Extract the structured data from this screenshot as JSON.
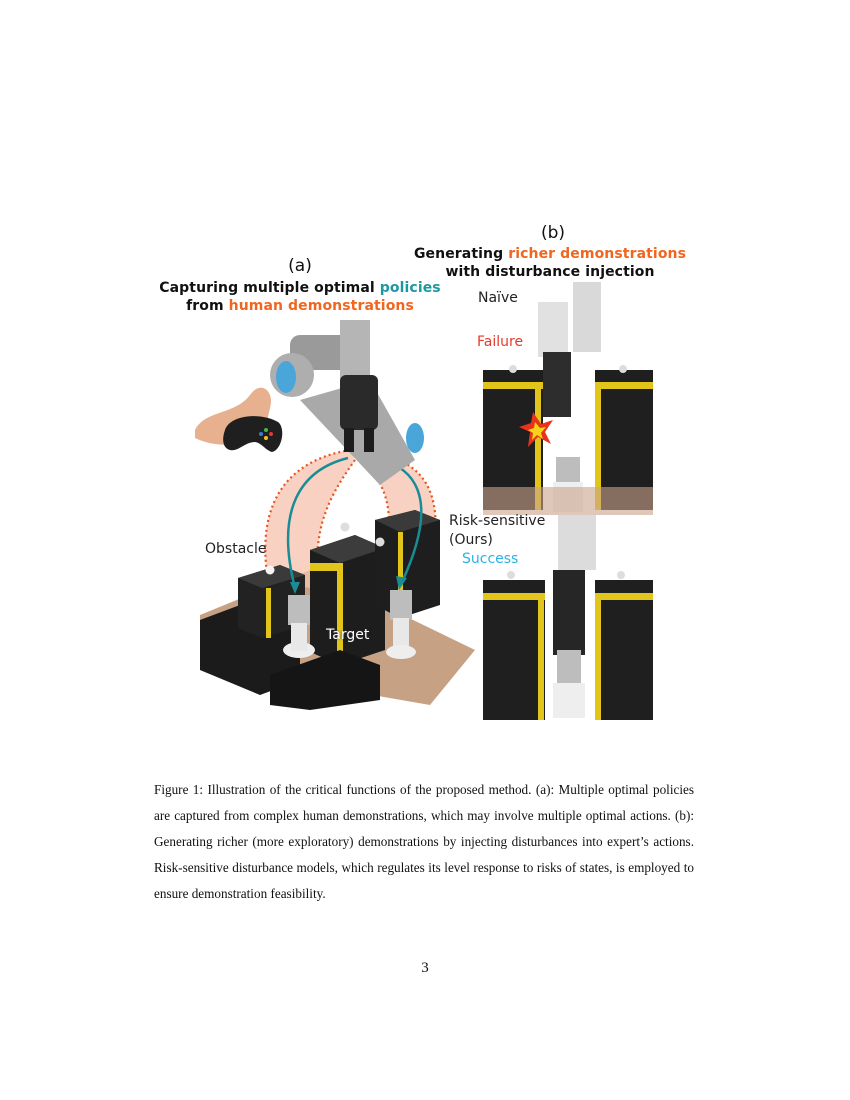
{
  "figure": {
    "panel_a": {
      "letter": "(a)",
      "heading_line1_prefix": "Capturing multiple optimal ",
      "heading_line1_highlight": "policies",
      "heading_line2_prefix": "from ",
      "heading_line2_highlight": "human demonstrations",
      "obstacle_label": "Obstacle",
      "target_label": "Target"
    },
    "panel_b": {
      "letter": "(b)",
      "heading_line1_prefix": "Generating ",
      "heading_line1_highlight": "richer demonstrations",
      "heading_line2": "with disturbance injection",
      "naive_label": "Naïve",
      "failure_label": "Failure",
      "risk_label": "Risk-sensitive",
      "ours_label": "(Ours)",
      "success_label": "Success"
    }
  },
  "caption": "Figure 1:   Illustration of the critical functions of the proposed method. (a): Multiple optimal policies are captured from complex human demonstrations, which may involve multiple optimal actions. (b): Generating richer (more exploratory) demonstrations by injecting disturbances into expert’s actions. Risk-sensitive disturbance models, which regulates its level response to risks of states, is employed to ensure demonstration feasibility.",
  "page_number": "3",
  "colors": {
    "teal": "#1a9aa0",
    "orange": "#f0661f",
    "failure_red": "#e23b2d",
    "success_blue": "#27b3e6"
  }
}
